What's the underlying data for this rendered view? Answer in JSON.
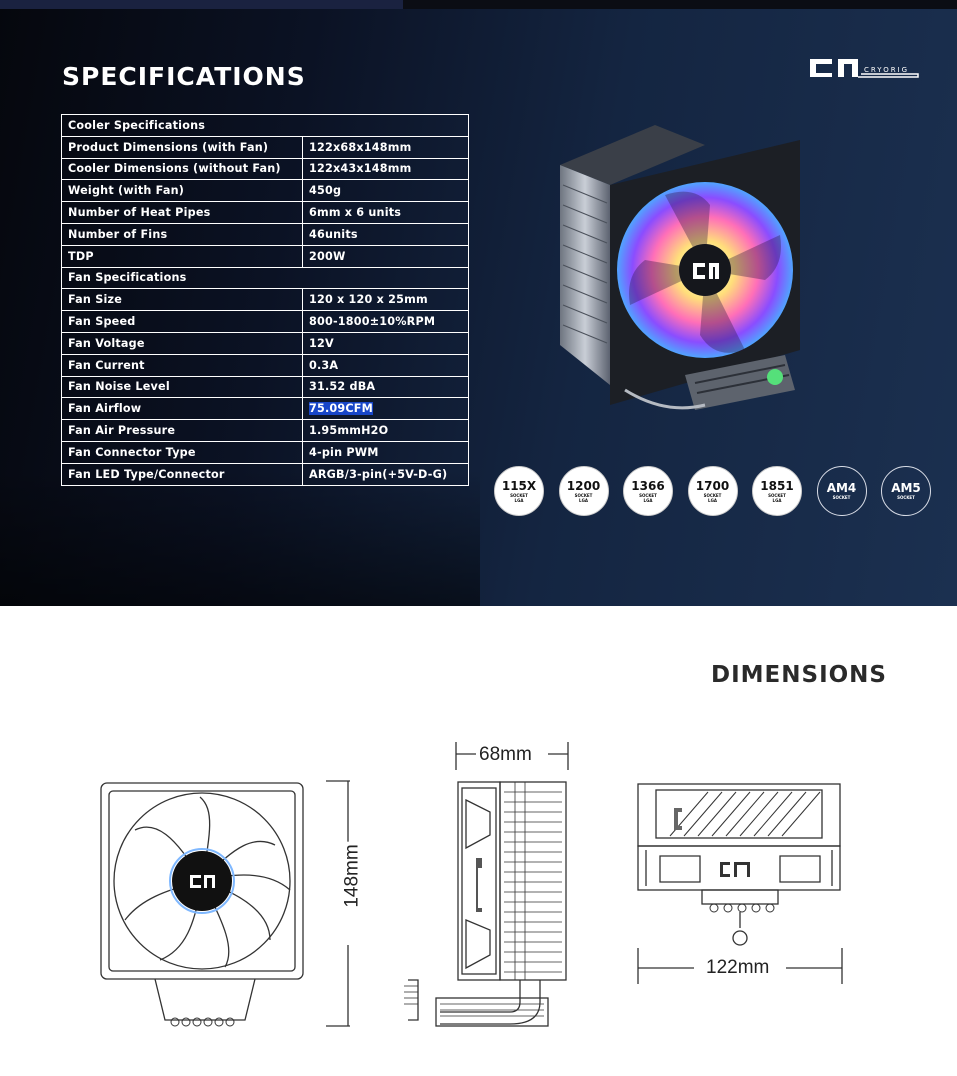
{
  "specifications": {
    "title": "SPECIFICATIONS",
    "rows": [
      {
        "type": "header",
        "label": "Cooler Specifications"
      },
      {
        "type": "row",
        "label": "Product Dimensions (with Fan)",
        "value": "122x68x148mm"
      },
      {
        "type": "row",
        "label": "Cooler Dimensions (without Fan)",
        "value": "122x43x148mm"
      },
      {
        "type": "row",
        "label": "Weight (with Fan)",
        "value": "450g"
      },
      {
        "type": "row",
        "label": "Number of Heat Pipes",
        "value": "6mm x 6 units"
      },
      {
        "type": "row",
        "label": "Number of Fins",
        "value": "46units"
      },
      {
        "type": "row",
        "label": "TDP",
        "value": "200W"
      },
      {
        "type": "header",
        "label": "Fan Specifications"
      },
      {
        "type": "row",
        "label": "Fan Size",
        "value": "120 x 120 x 25mm"
      },
      {
        "type": "row",
        "label": "Fan Speed",
        "value": "800-1800±10%RPM"
      },
      {
        "type": "row",
        "label": "Fan Voltage",
        "value": "12V"
      },
      {
        "type": "row",
        "label": "Fan Current",
        "value": "0.3A"
      },
      {
        "type": "row",
        "label": "Fan Noise Level",
        "value": "31.52 dBA"
      },
      {
        "type": "row",
        "label": "Fan Airflow",
        "value": "75.09CFM",
        "highlighted": true
      },
      {
        "type": "row",
        "label": "Fan Air Pressure",
        "value": "1.95mmH2O"
      },
      {
        "type": "row",
        "label": "Fan Connector Type",
        "value": "4-pin PWM"
      },
      {
        "type": "row",
        "label": "Fan LED Type/Connector",
        "value": "ARGB/3-pin(+5V-D-G)"
      }
    ]
  },
  "brand": {
    "logo_text": "CRYORIG"
  },
  "sockets": [
    {
      "name": "115X",
      "sub1": "SOCKET",
      "sub2": "LGA",
      "style": "white"
    },
    {
      "name": "1200",
      "sub1": "SOCKET",
      "sub2": "LGA",
      "style": "white"
    },
    {
      "name": "1366",
      "sub1": "SOCKET",
      "sub2": "LGA",
      "style": "white"
    },
    {
      "name": "1700",
      "sub1": "SOCKET",
      "sub2": "LGA",
      "style": "white"
    },
    {
      "name": "1851",
      "sub1": "SOCKET",
      "sub2": "LGA",
      "style": "white"
    },
    {
      "name": "AM4",
      "sub1": "SOCKET",
      "sub2": "",
      "style": "dark"
    },
    {
      "name": "AM5",
      "sub1": "SOCKET",
      "sub2": "",
      "style": "dark"
    }
  ],
  "dimensions": {
    "title": "DIMENSIONS",
    "height_label": "148mm",
    "depth_label": "68mm",
    "width_label": "122mm"
  },
  "colors": {
    "highlight": "#1846c8",
    "section_bg_dark": "#05070d",
    "section_bg_light": "#1b3050"
  }
}
